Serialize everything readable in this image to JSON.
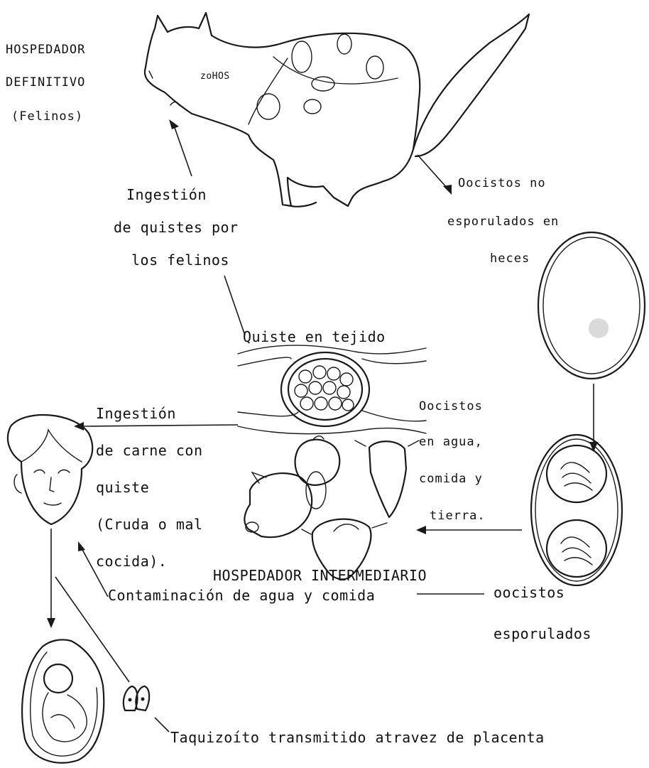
{
  "definitive_host": {
    "line1": "HOSPEDADOR",
    "line2": "DEFINITIVO",
    "line3": "(Felinos)",
    "cat_text": "zoHOS"
  },
  "ingestion_cysts": {
    "line1": "Ingestión",
    "line2": "de quistes por",
    "line3": "los felinos"
  },
  "unsporulated": {
    "line1": "Oocistos no",
    "line2": "esporulados en",
    "line3": "heces"
  },
  "cyst_tissue": "Quiste en tejido",
  "oocysts_env": {
    "line1": "Oocistos",
    "line2": "en agua,",
    "line3": "comida y",
    "line4": "tierra."
  },
  "meat_ingestion": {
    "line1": "Ingestión",
    "line2": "de carne con",
    "line3": "quiste",
    "line4": "(Cruda o mal",
    "line5": "cocida)."
  },
  "intermediate_host": "HOSPEDADOR INTERMEDIARIO",
  "contamination": "Contaminación de agua y comida",
  "sporulated": {
    "line1": "oocistos",
    "line2": "esporulados"
  },
  "tachyzoite": "Taquizoíto transmitido atravez de placenta"
}
